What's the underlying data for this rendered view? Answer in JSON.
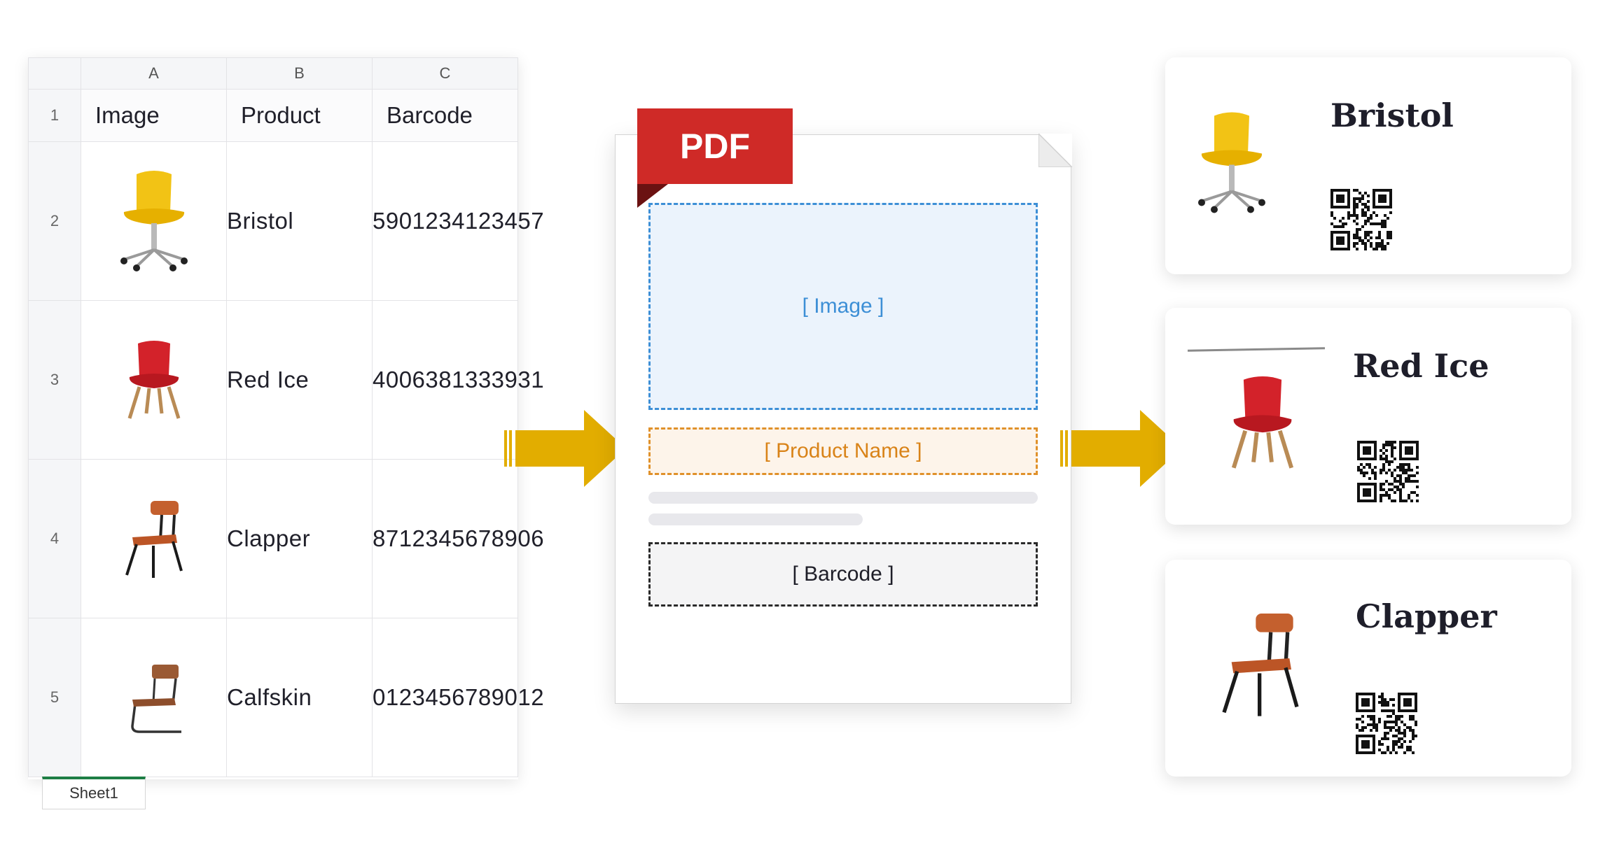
{
  "spreadsheet": {
    "columns": [
      "A",
      "B",
      "C"
    ],
    "header_row_number": "1",
    "headers": [
      "Image",
      "Product",
      "Barcode"
    ],
    "rows": [
      {
        "num": "2",
        "product": "Bristol",
        "barcode": "5901234123457",
        "chair": "yellow-swivel-chair"
      },
      {
        "num": "3",
        "product": "Red Ice",
        "barcode": "4006381333931",
        "chair": "red-wooden-leg-chair"
      },
      {
        "num": "4",
        "product": "Clapper",
        "barcode": "8712345678906",
        "chair": "leather-metal-chair"
      },
      {
        "num": "5",
        "product": "Calfskin",
        "barcode": "0123456789012",
        "chair": "cantilever-leather-chair"
      }
    ],
    "sheet_tab": "Sheet1"
  },
  "pdf_template": {
    "badge": "PDF",
    "image_placeholder": "[ Image ]",
    "name_placeholder": "[ Product Name ]",
    "barcode_placeholder": "[ Barcode ]"
  },
  "cards": [
    {
      "title": "Bristol",
      "chair": "yellow-swivel-chair",
      "code": "qr-code"
    },
    {
      "title": "Red Ice",
      "chair": "red-wooden-leg-chair",
      "code": "qr-code"
    },
    {
      "title": "Clapper",
      "chair": "leather-metal-chair",
      "code": "qr-code"
    }
  ],
  "colors": {
    "arrow": "#e2ad00",
    "pdf_red": "#cf2a27",
    "image_blue": "#3d8fd6",
    "name_orange": "#e0912a",
    "sheet_tab_green": "#1e7e45"
  }
}
